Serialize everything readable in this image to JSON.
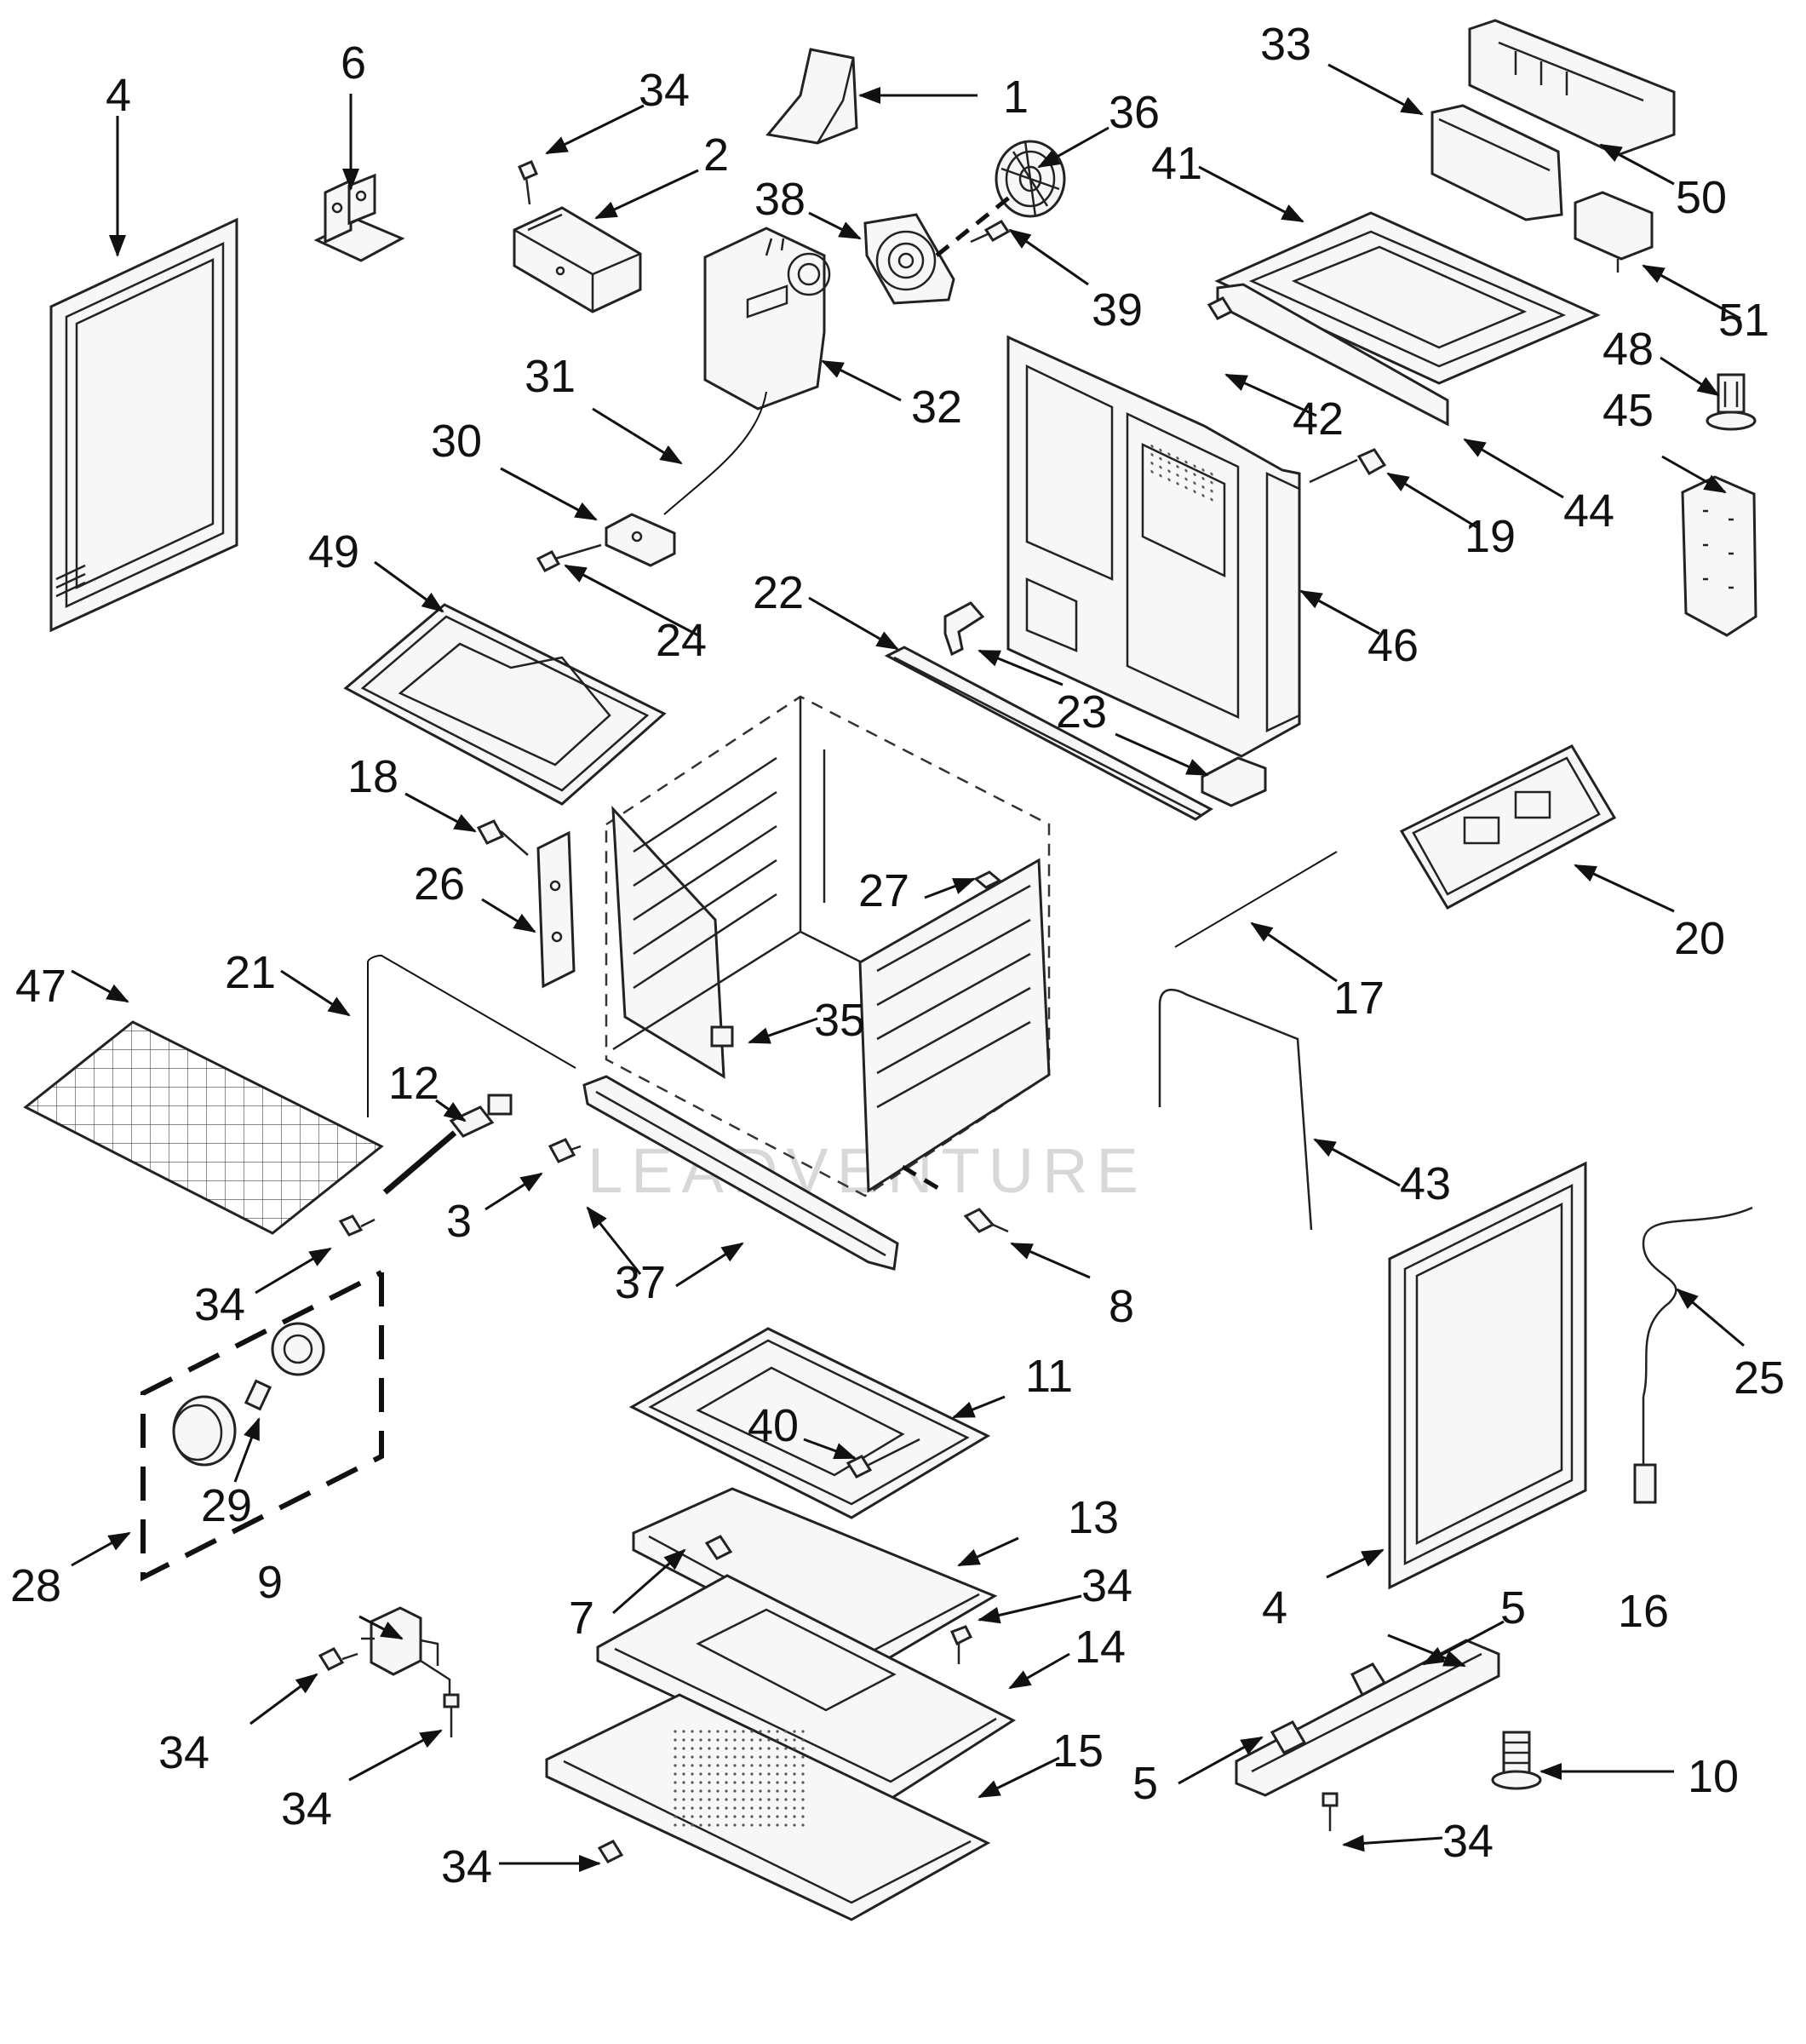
{
  "diagram": {
    "watermark": "LEADVENTURE",
    "callouts": {
      "c1": "1",
      "c2": "2",
      "c3": "3",
      "c4a": "4",
      "c4b": "4",
      "c5a": "5",
      "c5b": "5",
      "c6": "6",
      "c7": "7",
      "c8": "8",
      "c9": "9",
      "c10": "10",
      "c11": "11",
      "c12": "12",
      "c13": "13",
      "c14": "14",
      "c15": "15",
      "c16": "16",
      "c17": "17",
      "c18": "18",
      "c19": "19",
      "c20": "20",
      "c21": "21",
      "c22": "22",
      "c23": "23",
      "c24": "24",
      "c25": "25",
      "c26": "26",
      "c27": "27",
      "c28": "28",
      "c29": "29",
      "c30": "30",
      "c31": "31",
      "c32": "32",
      "c33": "33",
      "c34a": "34",
      "c34b": "34",
      "c34c": "34",
      "c34d": "34",
      "c34e": "34",
      "c34f": "34",
      "c34g": "34",
      "c35": "35",
      "c36": "36",
      "c37": "37",
      "c38": "38",
      "c39": "39",
      "c40": "40",
      "c41": "41",
      "c42": "42",
      "c43": "43",
      "c44": "44",
      "c45": "45",
      "c46": "46",
      "c47": "47",
      "c48": "48",
      "c49": "49",
      "c50": "50",
      "c51": "51"
    }
  }
}
